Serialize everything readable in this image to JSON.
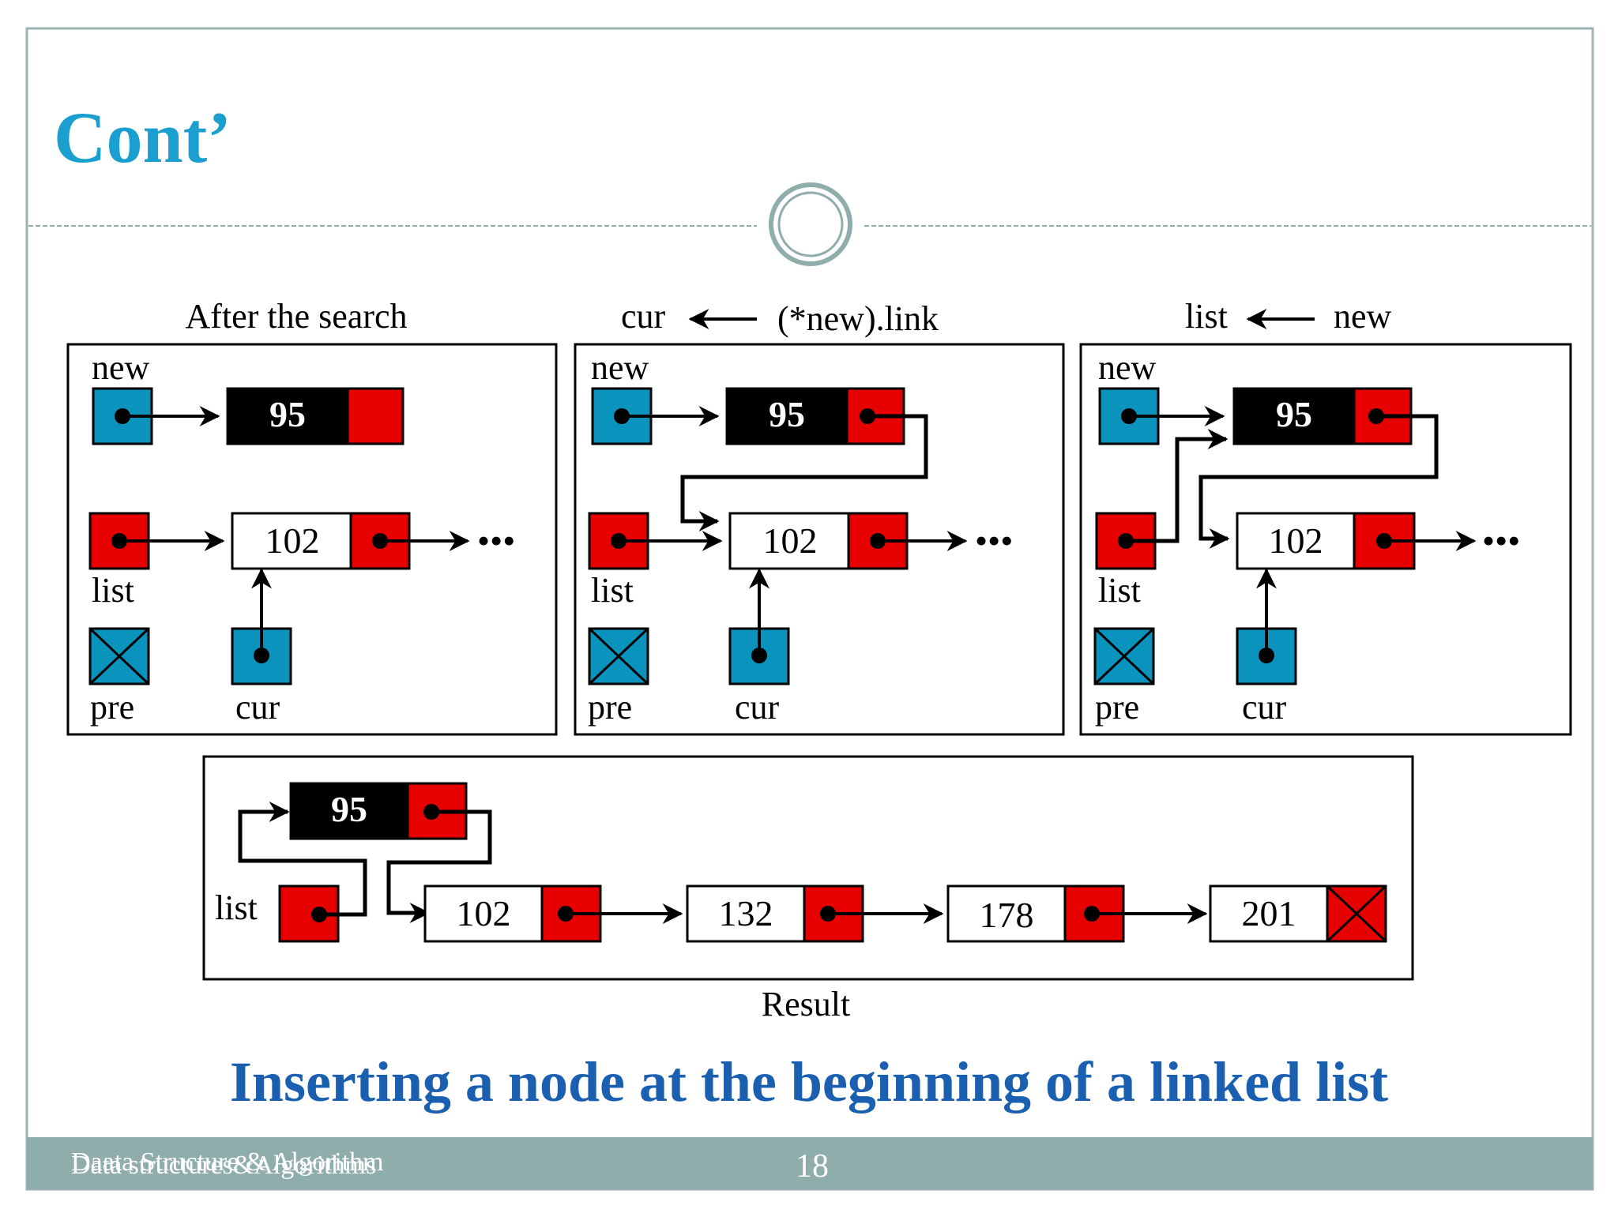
{
  "slide": {
    "title": "Cont’",
    "caption": "Inserting a node at the beginning of a linked list",
    "footer_left_a": "Daata Structure & Algorithm",
    "footer_left_b": "Data structures&Algorithms",
    "page_number": "18"
  },
  "colors": {
    "accent": "#1a9fcf",
    "caption": "#1b5fb0",
    "footer_bar": "#8fadab",
    "pointer_blue": "#0a93bd",
    "link_red": "#e60000",
    "data_black": "#000000"
  },
  "panels": [
    {
      "heading": "After the search",
      "new_label": "new",
      "list_label": "list",
      "pre_label": "pre",
      "cur_label": "cur",
      "new_value": "95",
      "list_value": "102",
      "ellipsis": "•••"
    },
    {
      "heading_left": "cur",
      "heading_right": "(*new).link",
      "new_label": "new",
      "list_label": "list",
      "pre_label": "pre",
      "cur_label": "cur",
      "new_value": "95",
      "list_value": "102",
      "ellipsis": "•••"
    },
    {
      "heading_left": "list",
      "heading_right": "new",
      "new_label": "new",
      "list_label": "list",
      "pre_label": "pre",
      "cur_label": "cur",
      "new_value": "95",
      "list_value": "102",
      "ellipsis": "•••"
    }
  ],
  "result": {
    "label": "Result",
    "list_label": "list",
    "nodes": [
      "95",
      "102",
      "132",
      "178",
      "201"
    ]
  }
}
